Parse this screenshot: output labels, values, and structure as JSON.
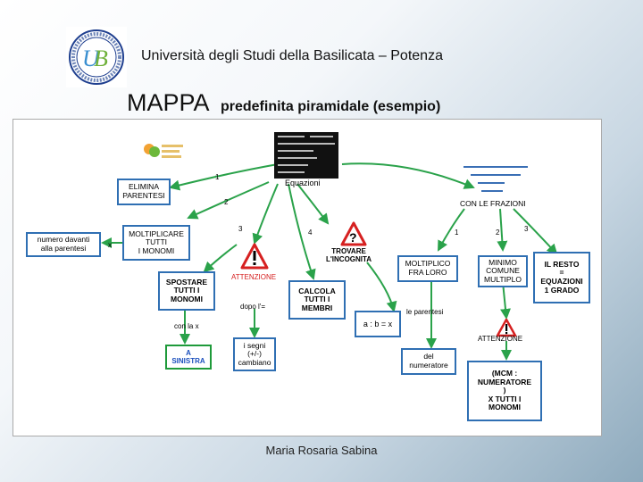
{
  "header": {
    "university": "Università degli Studi della Basilicata – Potenza",
    "title_main": "MAPPA",
    "title_sub": "predefinita piramidale (esempio)"
  },
  "footer": {
    "author": "Maria Rosaria Sabina"
  },
  "map": {
    "equazioni_label": "Equazioni",
    "elimina_parentesi": "ELIMINA\nPARENTESI",
    "con_le_frazioni": "CON LE FRAZIONI",
    "numero_davanti": "numero davanti\nalla parentesi",
    "x_label": "x",
    "moltiplicare": "MOLTIPLICARE\nTUTTI\nI MONOMI",
    "trovare_incognita": "TROVARE\nL'INCOGNITA",
    "moltiplico_fra_loro": "MOLTIPLICO\nFRA LORO",
    "minimo_comune_multiplo": "MINIMO\nCOMUNE\nMULTIPLO",
    "il_resto": "IL RESTO\n=\nEQUAZIONI\n1 GRADO",
    "spostare": "SPOSTARE\nTUTTI I\nMONOMI",
    "attenzione_1": "ATTENZIONE",
    "calcola": "CALCOLA\nTUTTI I\nMEMBRI",
    "dopo_uguale": "dopo l'=",
    "con_la_x": "con la x",
    "a_sinistra": "A\nSINISTRA",
    "segni": "i segni\n(+/-)\ncambiano",
    "a_b_x": "a : b = x",
    "le_parentesi": "le parentesi",
    "del_numeratore": "del\nnumeratore",
    "attenzione_2": "ATTENZIONE",
    "mcm": "(MCM :\nNUMERATORE\n)\nX TUTTI I\nMONOMI",
    "numbers": [
      "1",
      "2",
      "3",
      "4",
      "1",
      "2",
      "3"
    ]
  },
  "colors": {
    "box_border": "#2f6fb3",
    "arrow": "#2aa24a",
    "warning": "#d62020"
  }
}
